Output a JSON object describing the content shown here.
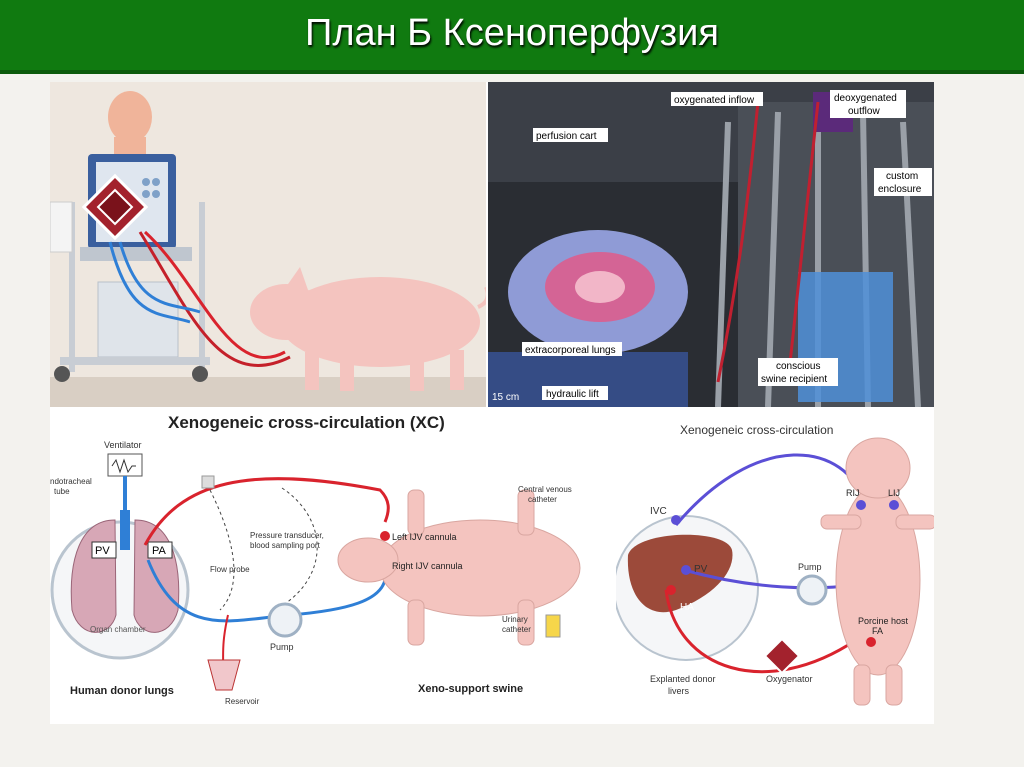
{
  "slide": {
    "title": "План Б Ксеноперфузия"
  },
  "photo": {
    "labels": {
      "perfusion_cart": "perfusion cart",
      "oxygenated_inflow": "oxygenated inflow",
      "deoxygenated_outflow_1": "deoxygenated",
      "deoxygenated_outflow_2": "outflow",
      "custom_enclosure_1": "custom",
      "custom_enclosure_2": "enclosure",
      "extracorporeal_lungs": "extracorporeal lungs",
      "conscious_1": "conscious",
      "conscious_2": "swine recipient",
      "hydraulic_lift": "hydraulic lift",
      "scale": "15 cm"
    }
  },
  "xc_lungs": {
    "title": "Xenogeneic cross-circulation (XC)",
    "ventilator": "Ventilator",
    "endotracheal_1": "ndotracheal",
    "endotracheal_2": "tube",
    "pv": "PV",
    "pa": "PA",
    "organ_chamber": "Organ chamber",
    "flow_probe": "Flow probe",
    "pressure_1": "Pressure transducer,",
    "pressure_2": "blood sampling port",
    "left_ijv": "Left IJV cannula",
    "right_ijv": "Right IJV cannula",
    "central_1": "Central venous",
    "central_2": "catheter",
    "urinary_1": "Urinary",
    "urinary_2": "catheter",
    "pump": "Pump",
    "reservoir": "Reservoir",
    "human_donor_lungs": "Human donor lungs",
    "xeno_support_swine": "Xeno-support swine"
  },
  "xc_livers": {
    "title": "Xenogeneic cross-circulation",
    "ivc": "IVC",
    "pv": "PV",
    "ha": "HA",
    "rij": "RIJ",
    "lij": "LIJ",
    "pump": "Pump",
    "porcine_host": "Porcine host",
    "fa": "FA",
    "oxygenator": "Oxygenator",
    "explanted_1": "Explanted donor",
    "explanted_2": "livers"
  },
  "colors": {
    "title_bar": "#107a10",
    "arterial": "#d9232d",
    "venous": "#2f7fd6",
    "venous_liver": "#5b4fd6",
    "pig": "#f4c4bf"
  }
}
